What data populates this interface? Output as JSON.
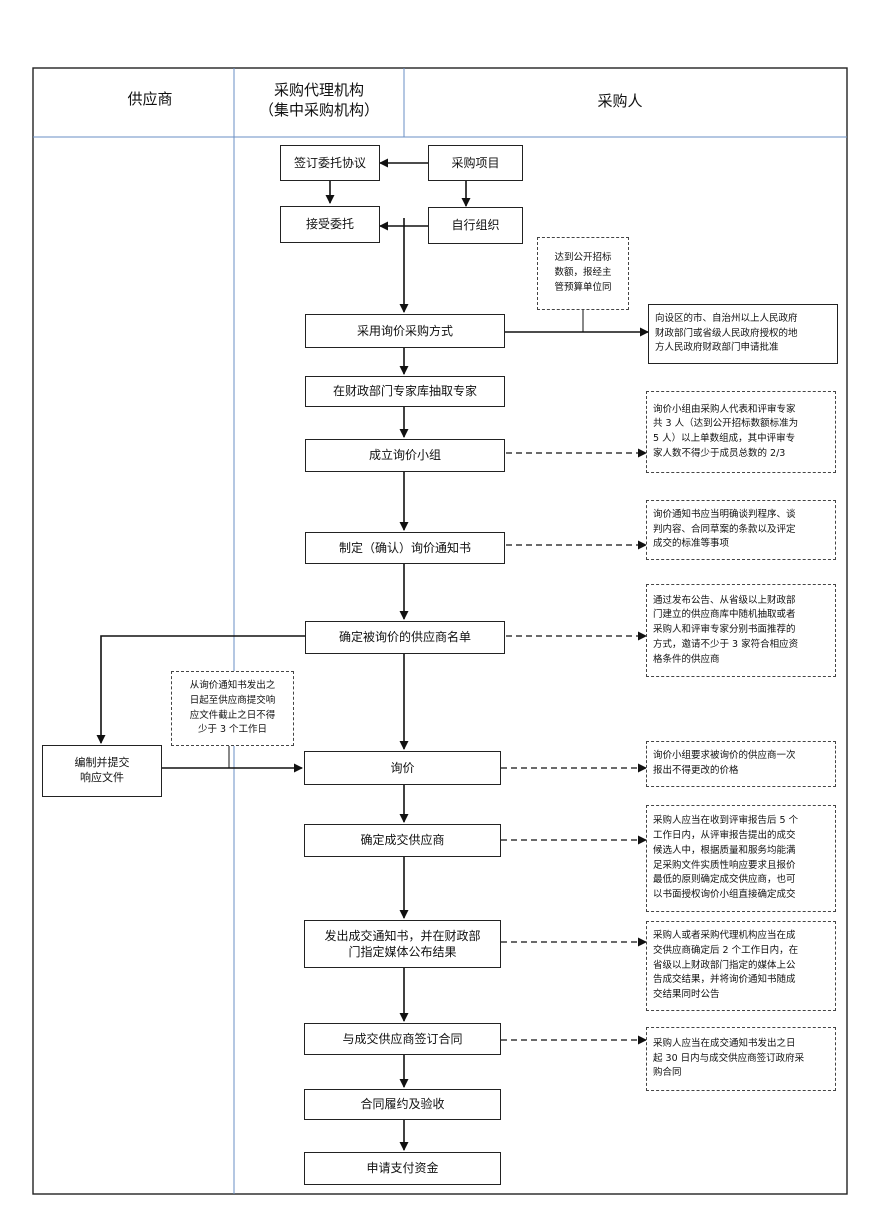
{
  "lanes": {
    "supplier": "供应商",
    "agency_line1": "采购代理机构",
    "agency_line2": "（集中采购机构）",
    "purchaser": "采购人"
  },
  "steps": {
    "sign_agreement": "签订委托协议",
    "project": "采购项目",
    "accept": "接受委托",
    "self_org": "自行组织",
    "method": "采用询价采购方式",
    "experts": "在财政部门专家库抽取专家",
    "form_group": "成立询价小组",
    "notice": "制定（确认）询价通知书",
    "list": "确定被询价的供应商名单",
    "prepare_line1": "编制并提交",
    "prepare_line2": "响应文件",
    "inquiry": "询价",
    "decide": "确定成交供应商",
    "publish_line1": "发出成交通知书，并在财政部",
    "publish_line2": "门指定媒体公布结果",
    "contract": "与成交供应商签订合同",
    "perform": "合同履约及验收",
    "payment": "申请支付资金"
  },
  "notes": {
    "threshold_line1": "达到公开招标",
    "threshold_line2": "数额，报经主",
    "threshold_line3": "管预算单位同",
    "approval_line1": "向设区的市、自治州以上人民政府",
    "approval_line2": "财政部门或省级人民政府授权的地",
    "approval_line3": "方人民政府财政部门申请批准",
    "group_line1": "询价小组由采购人代表和评审专家",
    "group_line2": "共 3 人（达到公开招标数额标准为",
    "group_line3": "5 人）以上单数组成，其中评审专",
    "group_line4": "家人数不得少于成员总数的 2/3",
    "notice_line1": "询价通知书应当明确谈判程序、谈",
    "notice_line2": "判内容、合同草案的条款以及评定",
    "notice_line3": "成交的标准等事项",
    "list_line1": "通过发布公告、从省级以上财政部",
    "list_line2": "门建立的供应商库中随机抽取或者",
    "list_line3": "采购人和评审专家分别书面推荐的",
    "list_line4": "方式，邀请不少于 3 家符合相应资",
    "list_line5": "格条件的供应商",
    "deadline_line1": "从询价通知书发出之",
    "deadline_line2": "日起至供应商提交响",
    "deadline_line3": "应文件截止之日不得",
    "deadline_line4": "少于 3 个工作日",
    "quote_line1": "询价小组要求被询价的供应商一次",
    "quote_line2": "报出不得更改的价格",
    "decide_line1": "采购人应当在收到评审报告后 5 个",
    "decide_line2": "工作日内，从评审报告提出的成交",
    "decide_line3": "候选人中，根据质量和服务均能满",
    "decide_line4": "足采购文件实质性响应要求且报价",
    "decide_line5": "最低的原则确定成交供应商，也可",
    "decide_line6": "以书面授权询价小组直接确定成交",
    "publish_line1": "采购人或者采购代理机构应当在成",
    "publish_line2": "交供应商确定后 2 个工作日内，在",
    "publish_line3": "省级以上财政部门指定的媒体上公",
    "publish_line4": "告成交结果，并将询价通知书随成",
    "publish_line5": "交结果同时公告",
    "contract_line1": "采购人应当在成交通知书发出之日",
    "contract_line2": "起 30 日内与成交供应商签订政府采",
    "contract_line3": "购合同"
  }
}
